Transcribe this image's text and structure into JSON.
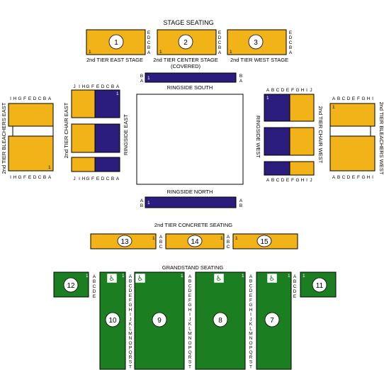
{
  "headers": {
    "stage": "STAGE SEATING",
    "concrete": "2nd TIER CONCRETE SEATING",
    "grandstand": "GRANDSTAND SEATING"
  },
  "stage_sections": [
    {
      "num": "1",
      "name": "2nd TIER EAST STAGE",
      "row1": "1",
      "rows": "EDCBA"
    },
    {
      "num": "2",
      "name": "2nd TIER CENTER STAGE",
      "name2": "(COVERED)",
      "row1": "1",
      "rows": "EDCBA"
    },
    {
      "num": "3",
      "name": "2nd TIER WEST STAGE",
      "row1": "1",
      "rows": "EDCBA"
    }
  ],
  "ringside": {
    "south": "RINGSIDE SOUTH",
    "north": "RINGSIDE NORTH",
    "east": "RINGSIDE EAST",
    "west": "RINGSIDE WEST",
    "south_rows": "BA",
    "north_rows": "AB",
    "seat1": "1"
  },
  "chair_east": {
    "label": "2nd TIER CHAIR EAST",
    "rows": "JIHGFEDCBA",
    "seat1": "1"
  },
  "chair_west": {
    "label": "2nd TIER CHAIR WEST",
    "rows": "ABCDEFGHIJ",
    "seat1": "1"
  },
  "bleachers_east": {
    "label": "2nd TIER BLEACHERS EAST",
    "rows": "IHGFEDCBA",
    "seat1": "1"
  },
  "bleachers_west": {
    "label": "2nd TIER BLEACHERS WEST",
    "rows": "ABCDEFGHI",
    "seat1": "1"
  },
  "concrete_sections": [
    {
      "num": "13",
      "seat1": "1"
    },
    {
      "num": "14",
      "seat1": "1"
    },
    {
      "num": "15",
      "seat1": "1"
    }
  ],
  "concrete_rows": "ABC",
  "grandstand": {
    "side_rows": "ABCDE",
    "main_rows": "ABCDEFGHIJKLMNOPQRST",
    "seat1": "1",
    "sections": [
      "12",
      "10",
      "9",
      "8",
      "7",
      "11"
    ],
    "wheelchair_icon": "wheelchair-icon"
  },
  "colors": {
    "gold": "#f2b318",
    "navy": "#2a1d7e",
    "green": "#1b7f22",
    "white": "#ffffff"
  }
}
